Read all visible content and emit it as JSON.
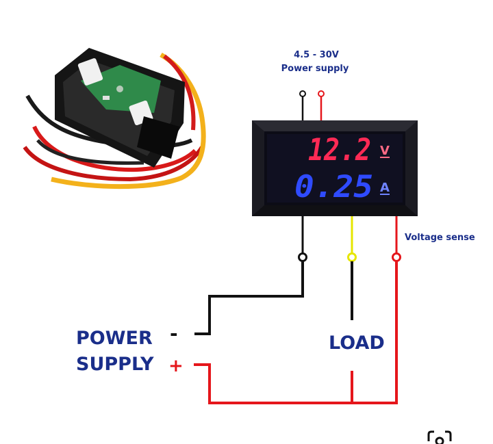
{
  "supply_caption": {
    "range": "4.5 - 30V",
    "label": "Power supply"
  },
  "display": {
    "voltage_reading": "12.2",
    "voltage_unit": "V",
    "current_reading": "0.25",
    "current_unit": "A"
  },
  "labels": {
    "voltage_sense": "Voltage sense",
    "power_line1": "POWER",
    "power_line2": "SUPPLY",
    "minus": "-",
    "plus": "+",
    "load": "LOAD"
  },
  "colors": {
    "wire_black": "#111111",
    "wire_red": "#e5161b",
    "wire_yellow": "#e6e600",
    "label_blue": "#1a2e8a",
    "digit_red": "#ff2a55",
    "digit_blue": "#2f4bff"
  },
  "icons": {
    "corner": "capture-icon"
  }
}
